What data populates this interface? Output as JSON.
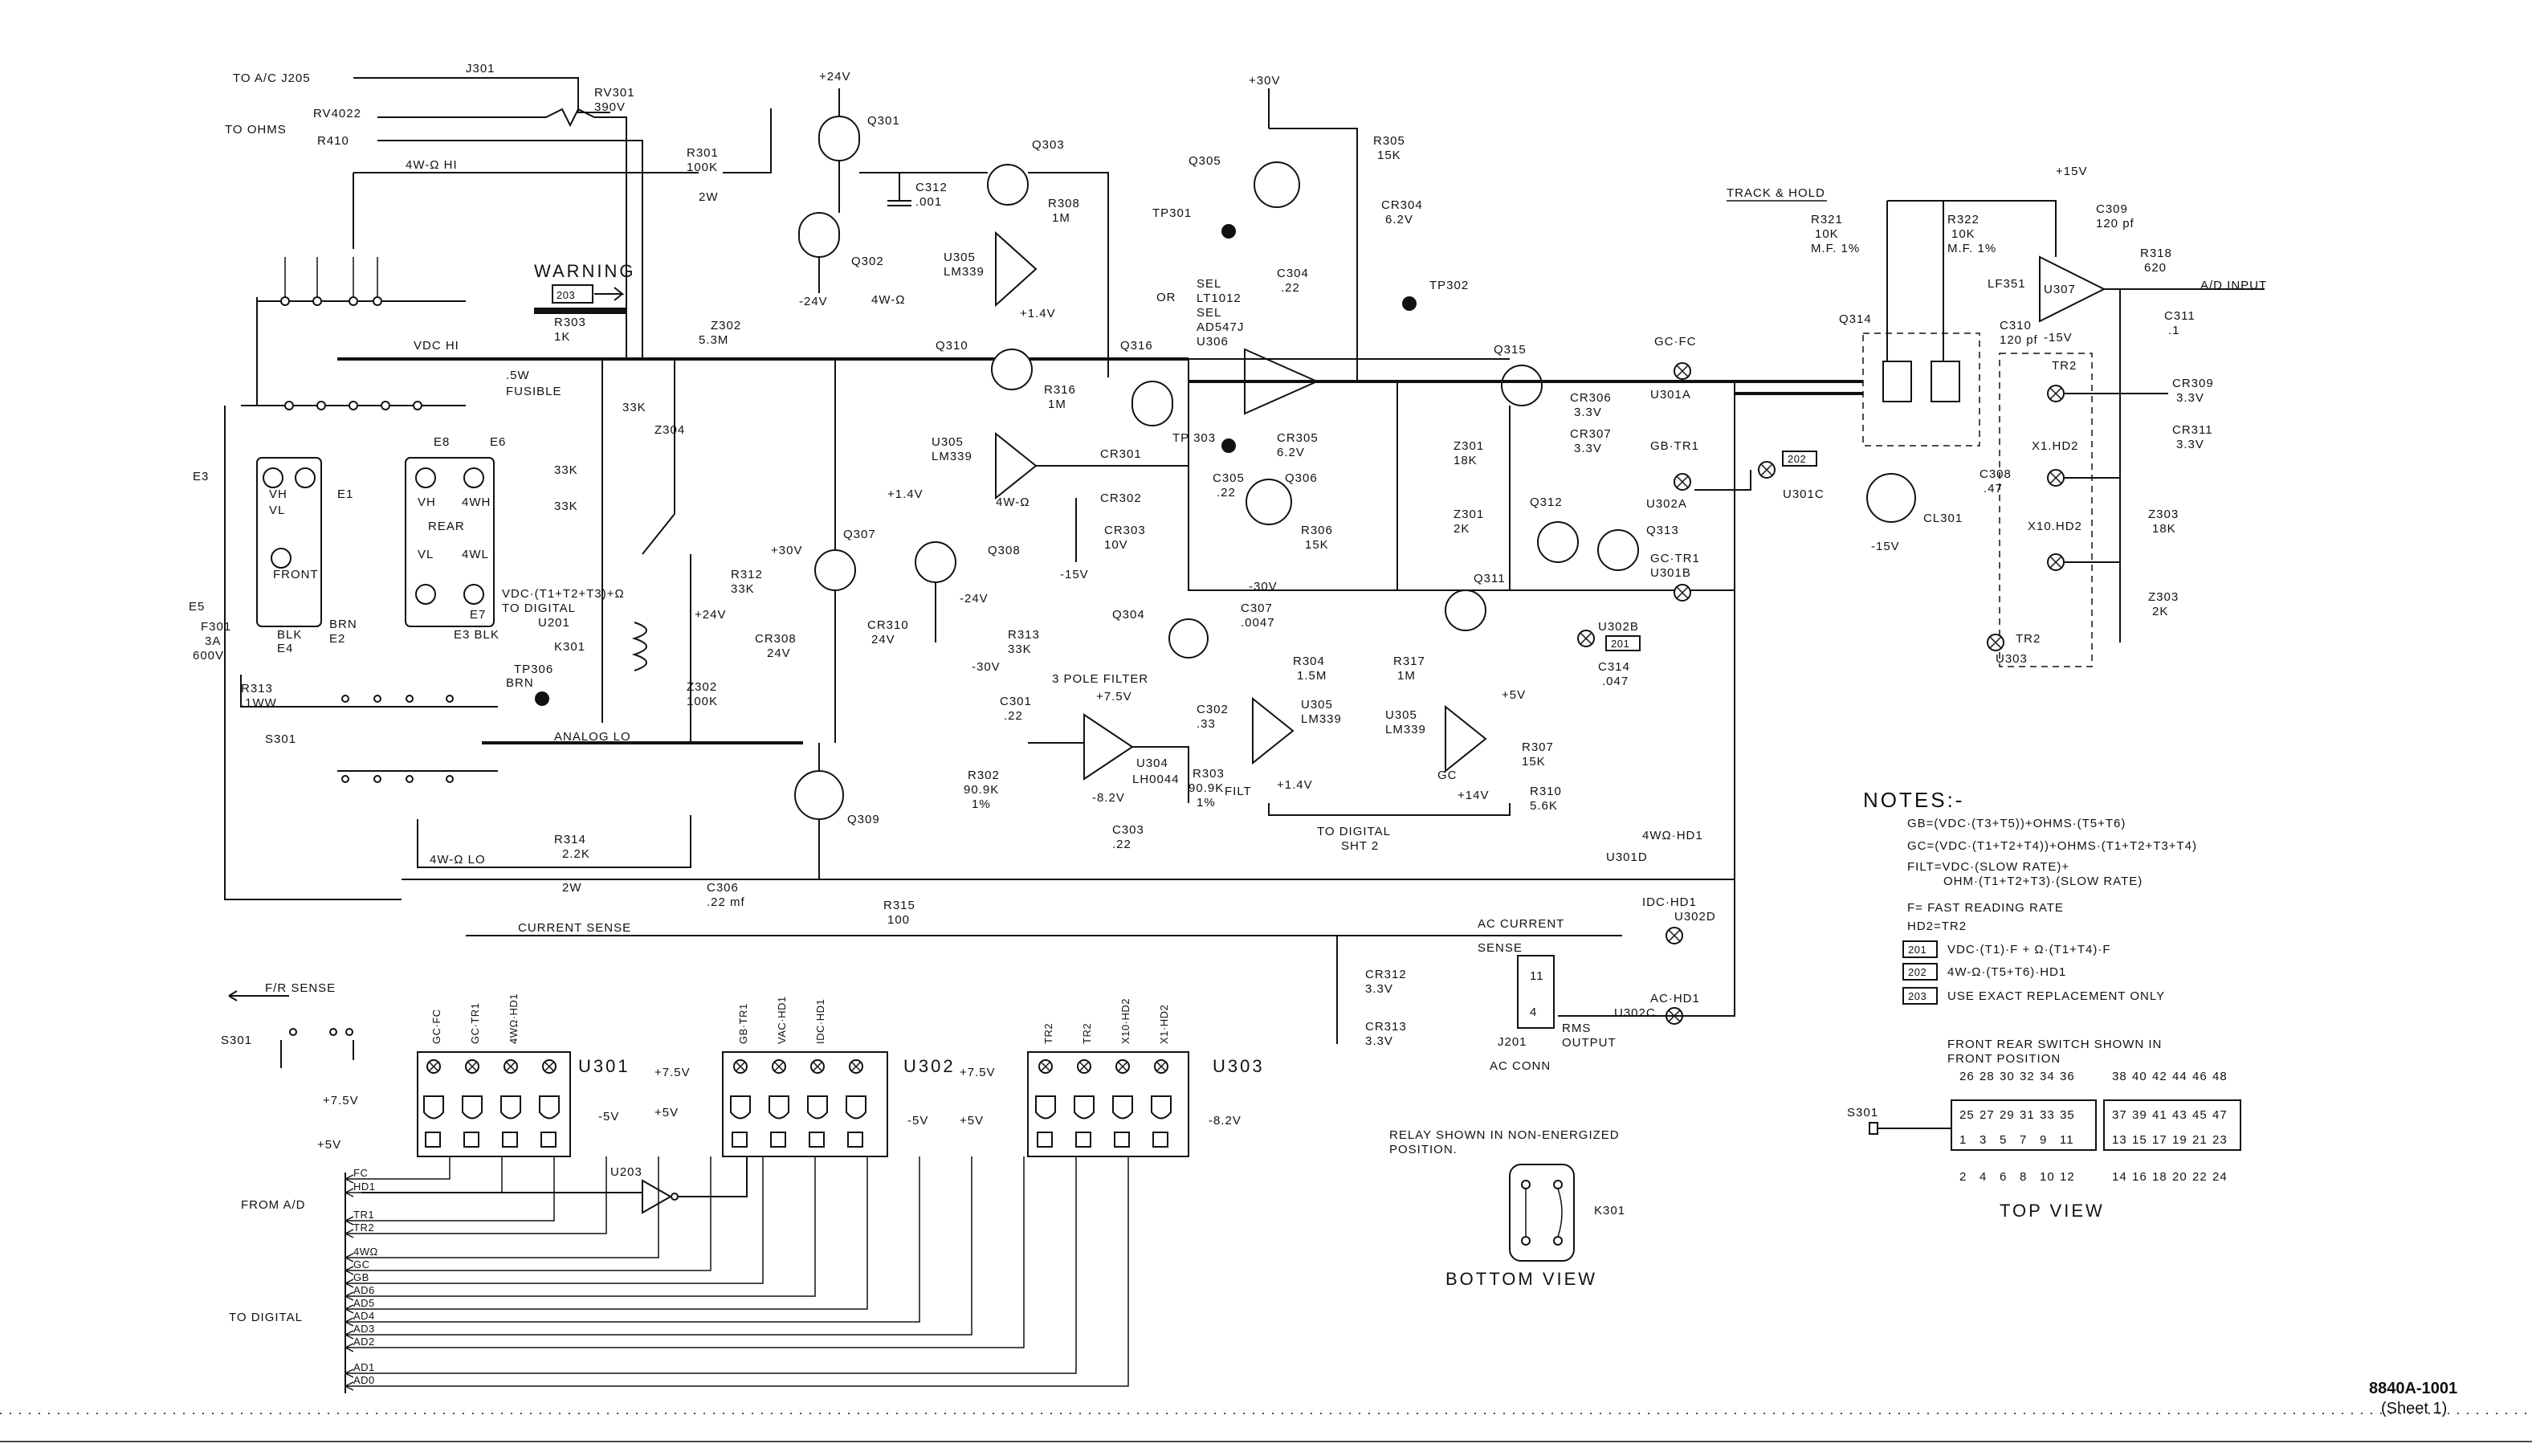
{
  "doc_id": "8840A-1001",
  "sheet": "(Sheet 1)",
  "warning_label": "WARNING",
  "labels": {
    "to_ac_j205": "TO A/C J205",
    "j301": "J301",
    "rv301": "RV301",
    "rv301_v": "390V",
    "rv4022": "RV4022",
    "to_ohms": "TO OHMS",
    "r410": "R410",
    "four_w_hi": "4W-Ω HI",
    "vdc_hi": "VDC HI",
    "r301": "R301",
    "r301_v": "100K",
    "r301_w": "2W",
    "r303": "R303",
    "r303_v": "1K",
    "r303_w": ".5W",
    "fusible": "FUSIBLE",
    "z302_top": "Z302",
    "z302_top_v": "5.3M",
    "z304": "Z304",
    "z304_a": "33K",
    "z304_b": "33K",
    "z304_c": "33K",
    "r312": "R312",
    "r312_v": "33K",
    "q301": "Q301",
    "q302": "Q302",
    "q303": "Q303",
    "plus24": "+24V",
    "minus24": "-24V",
    "c312": "C312",
    "c312_v": ".001",
    "r308": "R308",
    "r308_v": "1M",
    "u305a": "U305",
    "u305a_p": "LM339",
    "v_plus14": "+1.4V",
    "v_4w": "4W-Ω",
    "q310": "Q310",
    "q316": "Q316",
    "r316": "R316",
    "r316_v": "1M",
    "u305b": "U305",
    "u305b_p": "LM339",
    "cr301": "CR301",
    "cr302": "CR302",
    "cr303": "CR303",
    "cr303_v": "10V",
    "minus15": "-15V",
    "q307": "Q307",
    "q308": "Q308",
    "plus30_a": "+30V",
    "cr308": "CR308",
    "cr308_v": "24V",
    "cr310": "CR310",
    "cr310_v": "24V",
    "r313": "R313",
    "r313_v": "33K",
    "minus30_a": "-30V",
    "plus30": "+30V",
    "q305": "Q305",
    "r305": "R305",
    "r305_v": "15K",
    "cr304": "CR304",
    "cr304_v": "6.2V",
    "tp301": "TP301",
    "tp302": "TP302",
    "tp303": "TP 303",
    "tp306": "TP306",
    "or": "OR",
    "sel1": "SEL",
    "lt1012": "LT1012",
    "sel2": "SEL",
    "ad547": "AD547J",
    "u306": "U306",
    "c304": "C304",
    "c304_v": ".22",
    "cr305": "CR305",
    "cr305_v": "6.2V",
    "q306": "Q306",
    "c305": "C305",
    "c305_v": ".22",
    "r306": "R306",
    "r306_v": "15K",
    "minus30": "-30V",
    "q304": "Q304",
    "c307": "C307",
    "c307_v": ".0047",
    "r304": "R304",
    "r304_v": "1.5M",
    "r317": "R317",
    "r317_v": "1M",
    "u305c": "U305",
    "u305c_p": "LM339",
    "u305d": "U305",
    "u305d_p": "LM339",
    "plus5": "+5V",
    "r307": "R307",
    "r307_v": "15K",
    "r310": "R310",
    "r310_v": "5.6K",
    "gc": "GC",
    "filt": "FILT",
    "v14": "+1.4V",
    "v14b": "+14V",
    "to_digital_sht2": "TO DIGITAL",
    "sht2": "SHT 2",
    "three_pole": "3 POLE FILTER",
    "c301": "C301",
    "c301_v": ".22",
    "c302": "C302",
    "c302_v": ".33",
    "u304": "U304",
    "lh0044": "LH0044",
    "plus75": "+7.5V",
    "minus82": "-8.2V",
    "r302": "R302",
    "r302_v": "90.9K",
    "r302_p": "1%",
    "r303b": "R303",
    "r303b_v": "90.9K",
    "r303b_p": "1%",
    "c303": "C303",
    "c303_v": ".22",
    "q309": "Q309",
    "q315": "Q315",
    "cr306": "CR306",
    "cr306_v": "3.3V",
    "cr307": "CR307",
    "cr307_v": "3.3V",
    "z301": "Z301",
    "z301_v": "18K",
    "z301b": "Z301",
    "z301b_v": "2K",
    "q312": "Q312",
    "q313": "Q313",
    "q311": "Q311",
    "u301a": "U301A",
    "u302a": "U302A",
    "u301b": "U301B",
    "u302b": "U302B",
    "u301c": "U301C",
    "u301d": "U301D",
    "u302c": "U302C",
    "u302d": "U302D",
    "gc_fc": "GC·FC",
    "gb_tr1": "GB·TR1",
    "gc_tr1": "GC·TR1",
    "c314": "C314",
    "c314_v": ".047",
    "four_w_hd1": "4WΩ·HD1",
    "idc_hd1": "IDC·HD1",
    "ac_hd1": "AC·HD1",
    "ac_current": "AC CURRENT",
    "sense": "SENSE",
    "rms": "RMS",
    "output": "OUTPUT",
    "j201": "J201",
    "ac_conn": "AC CONN",
    "cr312": "CR312",
    "cr312_v": "3.3V",
    "cr313": "CR313",
    "cr313_v": "3.3V",
    "r315": "R315",
    "r315_v": "100",
    "current_sense": "CURRENT SENSE",
    "c306": "C306",
    "c306_v": ".22 mf",
    "r314": "R314",
    "r314_v": "2.2K",
    "r314_w": "2W",
    "four_w_lo": "4W-Ω LO",
    "analog_lo": "ANALOG LO",
    "s301": "S301",
    "z302b": "Z302",
    "z302b_v": "100K",
    "k301": "K301",
    "u201": "U201",
    "vdc_formula": "VDC·(T1+T2+T3)+Ω",
    "to_digital": "TO DIGITAL",
    "f301": "F301",
    "f301_v": "3A",
    "f301_w": "600V",
    "r313b": "R313",
    "r313b_v": ".1WW",
    "front": "FRONT",
    "rear": "REAR",
    "brn": "BRN",
    "blk": "BLK",
    "e1": "E1",
    "e2": "E2",
    "e3": "E3",
    "e4": "E4",
    "e5": "E5",
    "e6": "E6",
    "e7": "E7",
    "e8": "E8",
    "track_hold": "TRACK & HOLD",
    "r321": "R321",
    "r321_v": "10K",
    "r321_p": "M.F. 1%",
    "r322": "R322",
    "r322_v": "10K",
    "r322_p": "M.F. 1%",
    "plus15": "+15V",
    "c309": "C309",
    "c309_v": "120 pf",
    "u307": "U307",
    "lf351": "LF351",
    "c310": "C310",
    "c310_v": "120 pf",
    "minus15b": "-15V",
    "r318": "R318",
    "r318_v": "620",
    "ad_input": "A/D INPUT",
    "c311": "C311",
    "c311_v": ".1",
    "q314": "Q314",
    "c308": "C308",
    "c308_v": ".47",
    "cl301": "CL301",
    "minus15c": "-15V",
    "tr2": "TR2",
    "x1hd2": "X1.HD2",
    "x10hd2": "X10.HD2",
    "u303": "U303",
    "cr309": "CR309",
    "cr309_v": "3.3V",
    "cr311": "CR311",
    "cr311_v": "3.3V",
    "z303": "Z303",
    "z303_v": "18K",
    "z303b": "Z303",
    "z303b_v": "2K",
    "fr_sense": "F/R SENSE",
    "s301b": "S301",
    "from_ad": "FROM A/D",
    "to_digital_b": "TO DIGITAL",
    "u203": "U203",
    "u301": "U301",
    "u302": "U302",
    "u303b": "U303",
    "plus75a": "+7.5V",
    "plus5a": "+5V",
    "minus5a": "-5V",
    "plus75b": "+7.5V",
    "plus5b": "+5V",
    "minus5b": "-5V",
    "plus75c": "+7.5V",
    "plus5c": "+5V",
    "minus82c": "-8.2V",
    "relay_note1": "RELAY SHOWN IN NON-ENERGIZED",
    "relay_note2": "POSITION.",
    "k301b": "K301",
    "bottom_view": "BOTTOM VIEW",
    "switch_note1": "FRONT REAR SWITCH SHOWN IN",
    "switch_note2": "FRONT POSITION",
    "s301c": "S301",
    "top_view": "TOP VIEW"
  },
  "bus_signals": [
    "FC",
    "HD1",
    "TR1",
    "TR2",
    "4WΩ",
    "GC",
    "GB",
    "AD6",
    "AD5",
    "AD4",
    "AD3",
    "AD2",
    "AD1",
    "AD0"
  ],
  "ic_top_labels": {
    "u301": [
      "GC·FC",
      "GC·TR1",
      "4WΩ·HD1"
    ],
    "u302": [
      "GB·TR1",
      "VAC·HD1",
      "IDC·HD1"
    ],
    "u303": [
      "TR2",
      "TR2",
      "X10·HD2",
      "X1·HD2"
    ]
  },
  "notes": {
    "title": "NOTES:-",
    "lines": [
      "GB=(VDC·(T3+T5))+OHMS·(T5+T6)",
      "GC=(VDC·(T1+T2+T4))+OHMS·(T1+T2+T3+T4)",
      "FILT=VDC·(SLOW RATE)+",
      "OHM·(T1+T2+T3)·(SLOW RATE)",
      "F= FAST READING RATE",
      "HD2=TR2",
      "VDC·(T1)·F + Ω·(T1+T4)·F",
      "4W-Ω·(T5+T6)·HD1",
      "USE EXACT REPLACEMENT ONLY"
    ],
    "badges": [
      "201",
      "202",
      "203"
    ]
  },
  "switch_top_pins": [
    "26",
    "28",
    "30",
    "32",
    "34",
    "36",
    "38",
    "40",
    "42",
    "44",
    "46",
    "48"
  ],
  "switch_row_a": [
    "25",
    "27",
    "29",
    "31",
    "33",
    "35",
    "37",
    "39",
    "41",
    "43",
    "45",
    "47"
  ],
  "switch_row_b": [
    "1",
    "3",
    "5",
    "7",
    "9",
    "11",
    "13",
    "15",
    "17",
    "19",
    "21",
    "23"
  ],
  "switch_bottom_pins": [
    "2",
    "4",
    "6",
    "8",
    "10",
    "12",
    "14",
    "16",
    "18",
    "20",
    "22",
    "24"
  ]
}
